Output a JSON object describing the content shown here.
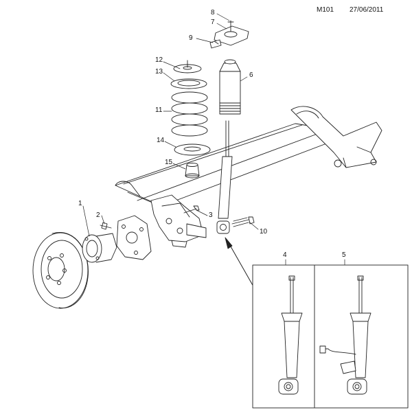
{
  "header": {
    "code": "M101",
    "date": "27/06/2011"
  },
  "callouts": {
    "c1": "1",
    "c2": "2",
    "c3": "3",
    "c4": "4",
    "c5": "5",
    "c6": "6",
    "c7": "7",
    "c8": "8",
    "c9": "9",
    "c10": "10",
    "c11": "11",
    "c12": "12",
    "c13": "13",
    "c14": "14",
    "c15": "15"
  }
}
